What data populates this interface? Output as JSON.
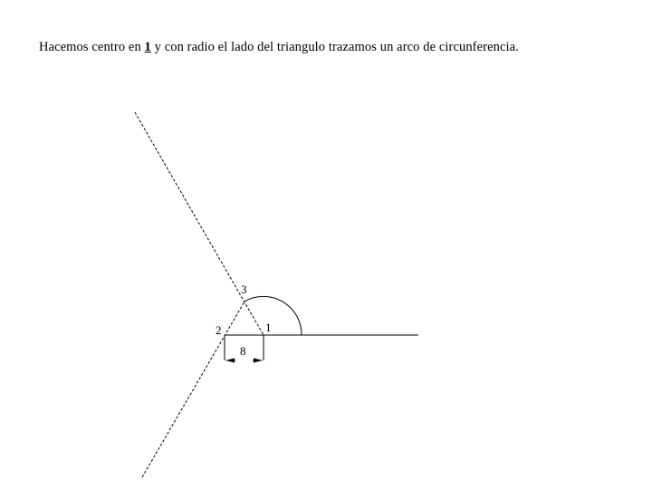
{
  "instruction": {
    "before": "Hacemos centro en ",
    "emphasis": "1",
    "after": " y con radio el lado del triangulo trazamos un arco de circunferencia."
  },
  "diagram": {
    "point_labels": {
      "p1": "1",
      "p2": "2",
      "p3": "3"
    },
    "dimension_label": "8"
  }
}
